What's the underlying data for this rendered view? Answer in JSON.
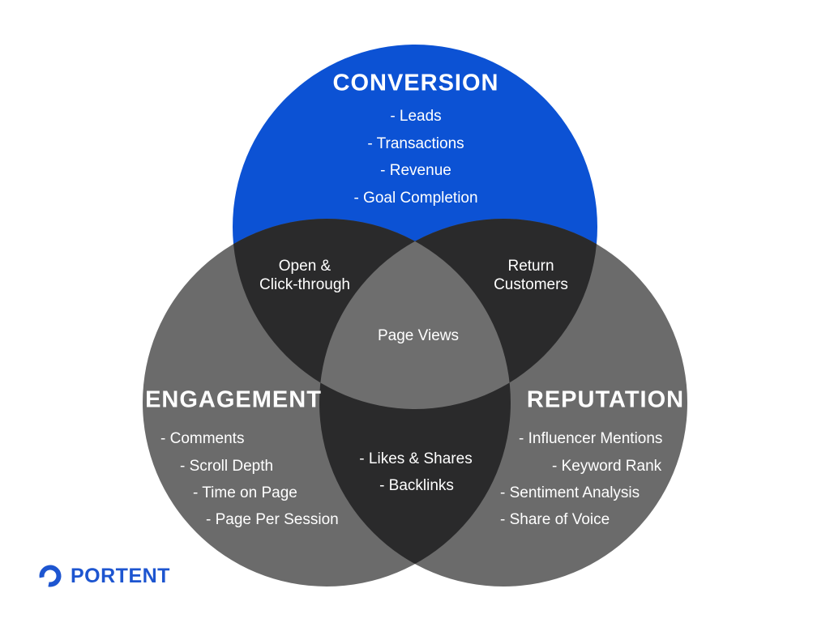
{
  "colors": {
    "conversion_blue": "#0c52d4",
    "circle_gray": "#6b6b6b",
    "overlap_dark": "#2a2a2b",
    "center_gray": "#6e6e6e",
    "label_white": "#ffffff",
    "brand_blue": "#1d55d0"
  },
  "venn": {
    "conversion": {
      "title": "CONVERSION",
      "items": [
        "- Leads",
        "- Transactions",
        "- Revenue",
        "- Goal Completion"
      ]
    },
    "engagement": {
      "title": "ENGAGEMENT",
      "items": [
        "- Comments",
        "- Scroll Depth",
        "- Time on Page",
        "- Page Per Session"
      ]
    },
    "reputation": {
      "title": "REPUTATION",
      "items": [
        "- Influencer Mentions",
        "- Keyword Rank",
        "- Sentiment Analysis",
        "- Share of Voice"
      ]
    },
    "overlaps": {
      "conversion_engagement": "Open &\nClick-through",
      "conversion_reputation": "Return\nCustomers",
      "engagement_reputation": [
        "- Likes & Shares",
        "- Backlinks"
      ],
      "all_three": "Page Views"
    }
  },
  "logo": {
    "text": "PORTENT"
  }
}
